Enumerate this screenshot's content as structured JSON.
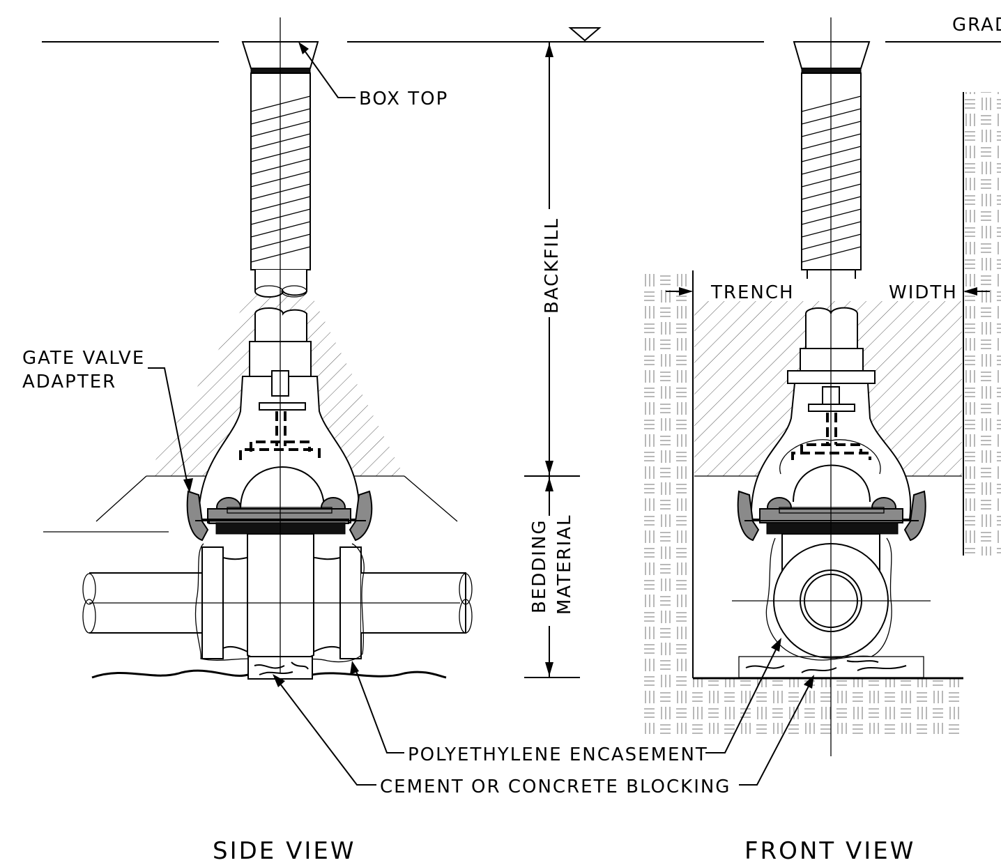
{
  "labels": {
    "grade": "GRADE",
    "box_top": "BOX TOP",
    "backfill": "BACKFILL",
    "trench": "TRENCH",
    "width": "WIDTH",
    "gate_valve_adapter_line1": "GATE VALVE",
    "gate_valve_adapter_line2": "ADAPTER",
    "bedding_line1": "BEDDING",
    "bedding_line2": "MATERIAL",
    "polyethylene_encasement": "POLYETHYLENE ENCASEMENT",
    "cement_blocking": "CEMENT OR CONCRETE BLOCKING",
    "side_view": "SIDE VIEW",
    "front_view": "FRONT VIEW"
  },
  "colors": {
    "line": "#000000",
    "adapter_fill": "#8a8a8a",
    "hatch": "#555555",
    "soil": "#888888"
  }
}
